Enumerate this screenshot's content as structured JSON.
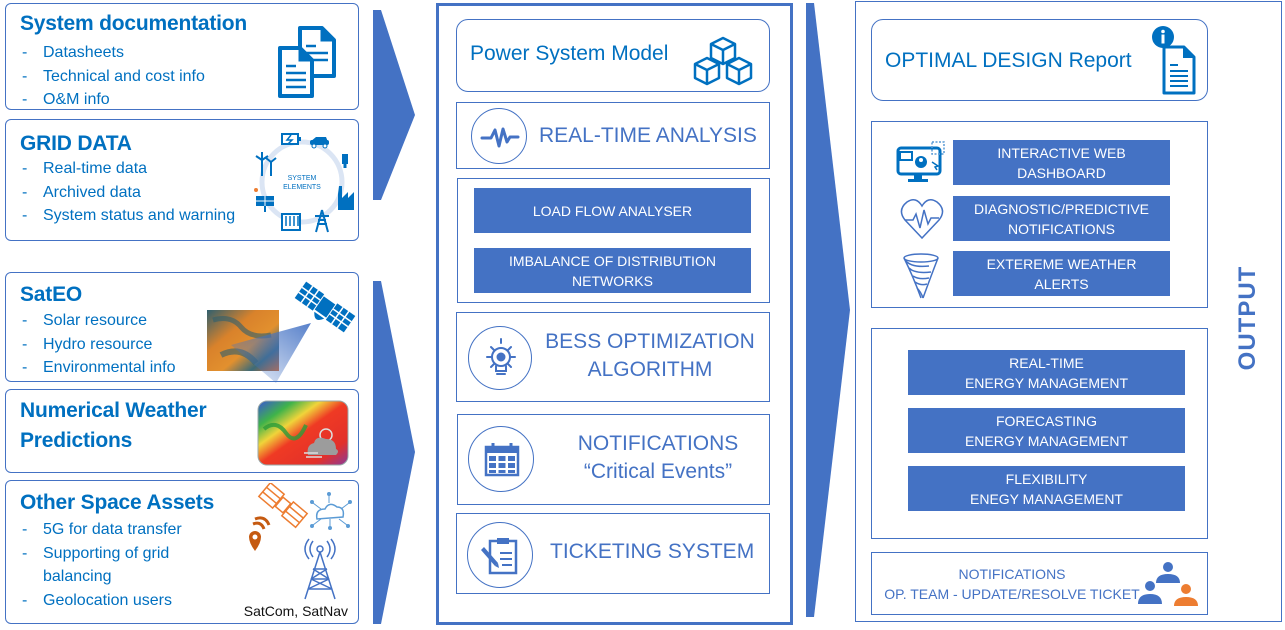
{
  "colors": {
    "primary_blue": "#4472c4",
    "text_blue": "#0070c0",
    "accent_orange": "#ed7d31",
    "background": "#ffffff"
  },
  "inputs": {
    "system_documentation": {
      "title": "System documentation",
      "items": [
        "Datasheets",
        "Technical and cost info",
        "O&M info"
      ],
      "icon": "documents-icon"
    },
    "grid_data": {
      "title": "GRID DATA",
      "items": [
        "Real-time data",
        "Archived data",
        "System status and warning"
      ],
      "icon_label_line1": "SYSTEM",
      "icon_label_line2": "ELEMENTS",
      "icon": "system-elements-icon"
    },
    "sateo": {
      "title": "SatEO",
      "items": [
        "Solar resource",
        "Hydro resource",
        "Environmental info"
      ],
      "icon": "satellite-icon"
    },
    "nwp": {
      "title_line1": "Numerical Weather",
      "title_line2": "Predictions",
      "icon": "weather-map-icon"
    },
    "other_space_assets": {
      "title": "Other Space Assets",
      "items": [
        "5G for data transfer",
        "Supporting of grid balancing",
        "Geolocation users"
      ],
      "caption": "SatCom, SatNav",
      "icon": "satcom-satnav-icon"
    },
    "dash": "-"
  },
  "processing": {
    "power_system_model": {
      "title": "Power System Model",
      "icon": "cubes-icon"
    },
    "real_time_analysis": {
      "title": "REAL-TIME ANALYSIS",
      "icon": "pulse-icon",
      "modules": [
        {
          "label_line1": "LOAD FLOW ANALYSER",
          "label_line2": ""
        },
        {
          "label_line1": "IMBALANCE OF DISTRIBUTION",
          "label_line2": "NETWORKS"
        }
      ]
    },
    "bess": {
      "title_line1": "BESS OPTIMIZATION",
      "title_line2": "ALGORITHM",
      "icon": "lightbulb-gear-icon"
    },
    "notifications": {
      "title_line1": "NOTIFICATIONS",
      "title_line2": "“Critical Events”",
      "icon": "calendar-icon"
    },
    "ticketing": {
      "title": "TICKETING SYSTEM",
      "icon": "clipboard-pencil-icon"
    }
  },
  "output": {
    "side_label": "OUTPUT",
    "report": {
      "title": "OPTIMAL DESIGN Report",
      "icon": "info-document-icon"
    },
    "services": [
      {
        "line1": "INTERACTIVE WEB",
        "line2": "DASHBOARD",
        "icon": "web-dashboard-icon"
      },
      {
        "line1": "DIAGNOSTIC/PREDICTIVE",
        "line2": "NOTIFICATIONS",
        "icon": "heart-pulse-icon"
      },
      {
        "line1": "EXTEREME WEATHER",
        "line2": "ALERTS",
        "icon": "tornado-icon"
      }
    ],
    "energy_management": [
      {
        "line1": "REAL-TIME",
        "line2": "ENERGY MANAGEMENT"
      },
      {
        "line1": "FORECASTING",
        "line2": "ENERGY MANAGEMENT"
      },
      {
        "line1": "FLEXIBILITY",
        "line2": "ENEGY MANAGEMENT"
      }
    ],
    "team_notifications": {
      "line1": "NOTIFICATIONS",
      "line2": "OP. TEAM - UPDATE/RESOLVE TICKET",
      "icon": "team-icon"
    }
  }
}
